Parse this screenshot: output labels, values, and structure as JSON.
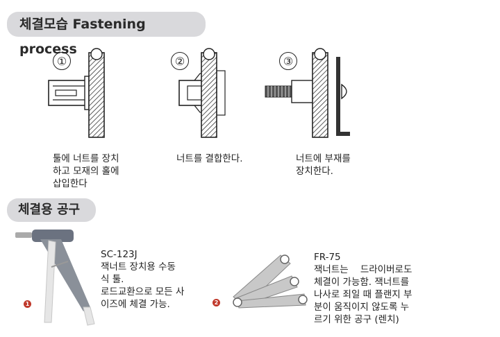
{
  "section1": {
    "title": "체결모습 Fastening process"
  },
  "steps": [
    {
      "num": "①",
      "caption": "툴에 너트를 장치\n하고 모재의 홀에\n삽입한다"
    },
    {
      "num": "②",
      "caption": "너트를 결합한다."
    },
    {
      "num": "③",
      "caption": "너트에 부재를\n장치한다."
    }
  ],
  "section2": {
    "title": "체결용 공구"
  },
  "tools": [
    {
      "badge": "1",
      "model": "SC-123J",
      "lines": [
        "잭너트  장치용  수동",
        "식 툴.",
        "로드교환으로 모든 사",
        "이즈에 체결 가능."
      ]
    },
    {
      "badge": "2",
      "model": "FR-75",
      "lines": [
        "잭너트는    드라이버로도",
        "체결이 가능함. 잭너트를",
        "나사로 죄일 때 플랜지 부",
        "분이 움직이지 않도록 누",
        "르기 위한 공구 (렌치)"
      ]
    }
  ],
  "colors": {
    "pill_bg": "#d9d9dc",
    "badge": "#c0392b"
  }
}
